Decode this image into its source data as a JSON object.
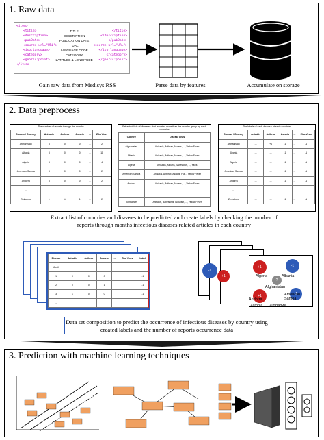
{
  "panels": {
    "raw": {
      "title": "1. Raw data",
      "caption_gain": "Gain raw data from Medisys RSS",
      "caption_parse": "Parse data by features",
      "caption_store": "Accumulate on storage",
      "xml_rows": [
        {
          "open": "<item>",
          "mid": "",
          "close": ""
        },
        {
          "open": "<title>",
          "mid": "TITLE",
          "close": "</title>"
        },
        {
          "open": "<description>",
          "mid": "DESCRIPTION",
          "close": "</description>"
        },
        {
          "open": "<pubDate>",
          "mid": "PUBLICATION DATE",
          "close": "</pubDate>"
        },
        {
          "open": "<source url=\"URL\">",
          "mid": "URL",
          "close": "<source url=\"URL\">"
        },
        {
          "open": "<iso:language>",
          "mid": "LANGUAGE CODE",
          "close": "</iso:language>"
        },
        {
          "open": "<category>",
          "mid": "CATEGORY",
          "close": "</category>"
        },
        {
          "open": "<georss:point>",
          "mid": "LATITUDE & LONGITUDE",
          "close": "</georss:point>"
        },
        {
          "open": "</item>",
          "mid": "",
          "close": ""
        }
      ]
    },
    "preprocess": {
      "title": "2. Data preprocess",
      "caption_extract": "Extract list of countries and diseases to be predicted and create labels by checking the number of reports through months infectious diseases related articles in each country",
      "caption_compose": "Data set composition to predict the occurrence of infectious diseases by country using created labels and the number of reports occurrence data",
      "table1": {
        "title": "The number of reports through the months",
        "headers": [
          "Disease / Country",
          "Anisakis",
          "Anthrax",
          "Ascaris",
          "...",
          "Zika Virus"
        ],
        "rows": [
          [
            "Afghanistan",
            "3",
            "0",
            "0",
            "...",
            "2"
          ],
          [
            "Albania",
            "3",
            "0",
            "0",
            "...",
            "11"
          ],
          [
            "Algeria",
            "3",
            "0",
            "0",
            "...",
            "4"
          ],
          [
            "American Samoa",
            "3",
            "0",
            "0",
            "...",
            "2"
          ],
          [
            "Andorra",
            "3",
            "0",
            "0",
            "...",
            "2"
          ],
          [
            "...",
            "",
            "",
            "",
            "",
            ""
          ],
          [
            "Zimbabwe",
            "1",
            "14",
            "1",
            "...",
            "2"
          ]
        ]
      },
      "table2": {
        "title": "Extracted lists of diseases that reported more than the months group by each countries",
        "headers": [
          "Country",
          "Disease Lists"
        ],
        "rows": [
          [
            "Afghanistan",
            "Anisakis, Anthrax, Ascaris, ..., Yellow Fever"
          ],
          [
            "Albania",
            "Anisakis, Anthrax, Ascaris, ..., Yellow Fever"
          ],
          [
            "Algeria",
            "Anisakis, Ascaris, Babesiosis, ..., Yaws"
          ],
          [
            "American Samoa",
            "Anisakis, Anthrax, Ascaris, Fla..., Yellow Fever"
          ],
          [
            "Andorra",
            "Anisakis, Anthrax, Ascaris, ..., Yellow Fever"
          ],
          [
            "...",
            ""
          ],
          [
            "Zimbabwe",
            "Anisakis, Babesiosis, Botulism, ..., Yellow Fever"
          ]
        ]
      },
      "table3": {
        "title": "The labels of each disease at each countries",
        "headers": [
          "Disease / Country",
          "Anisakis",
          "Anthrax",
          "Ascaris",
          "...",
          "Zika Virus"
        ],
        "rows": [
          [
            "Afghanistan",
            "-1",
            "+1",
            "-1",
            "...",
            "-1"
          ],
          [
            "Albania",
            "-1",
            "-1",
            "-1",
            "...",
            "-1"
          ],
          [
            "Algeria",
            "-1",
            "-1",
            "-1",
            "...",
            "-1"
          ],
          [
            "American Samoa",
            "-1",
            "-1",
            "-1",
            "...",
            "-1"
          ],
          [
            "Andorra",
            "-1",
            "-1",
            "-1",
            "...",
            "-1"
          ],
          [
            "...",
            "",
            "",
            "",
            "",
            ""
          ],
          [
            "Zimbabwe",
            "-1",
            "-1",
            "-1",
            "...",
            "-1"
          ]
        ]
      },
      "stack_headers": [
        "Disease",
        "Anisakis",
        "Anthrax",
        "Ascaris",
        "...",
        "Zika Virus",
        "Label"
      ],
      "stack_rows": [
        [
          "Month",
          "",
          "",
          "",
          "",
          "",
          ""
        ],
        [
          "1",
          "0",
          "0",
          "0",
          "",
          "",
          "-1"
        ],
        [
          "2",
          "0",
          "0",
          "1",
          "",
          "",
          "-1"
        ],
        [
          "3",
          "1",
          "0",
          "0",
          "",
          "",
          "-1"
        ],
        [
          "...",
          "",
          "",
          "",
          "",
          "",
          ""
        ]
      ],
      "map_labels": [
        "Albania",
        "Algeria",
        "Afghanistan",
        "American Samoa",
        "Andorra",
        "Zambia",
        "Zimbabwe"
      ],
      "map_values": [
        "+1",
        "-1",
        "?"
      ]
    },
    "prediction": {
      "title": "3. Prediction with machine learning techniques"
    }
  },
  "colors": {
    "red": "#cc1f1f",
    "blue": "#2e5bb8",
    "gray": "#8a8a8a",
    "orange": "#f0a060"
  }
}
